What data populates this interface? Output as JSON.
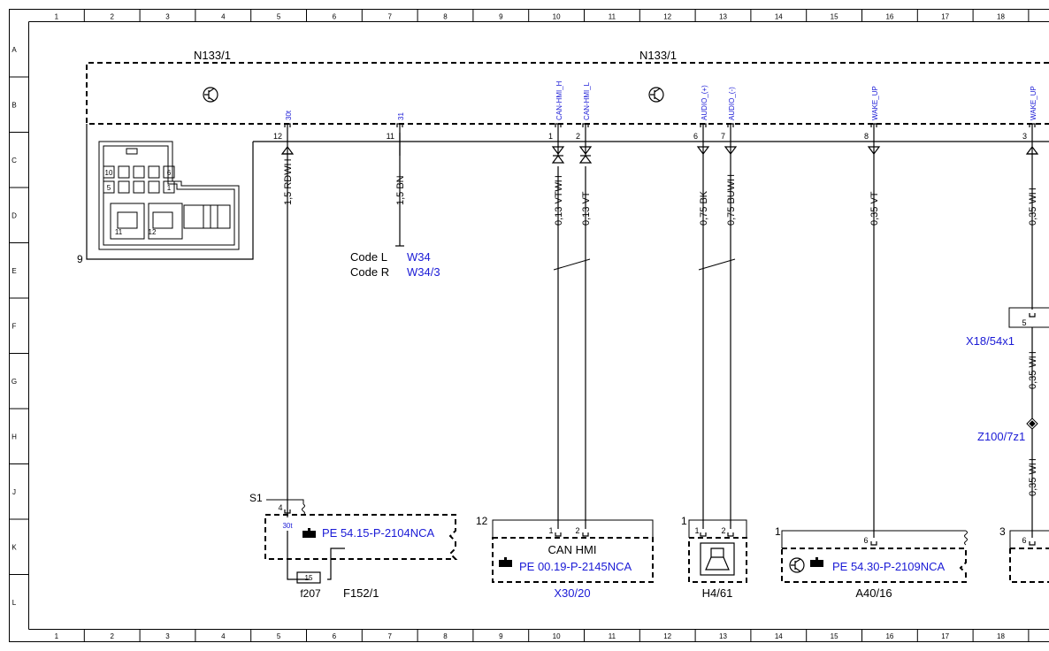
{
  "grid": {
    "columns": [
      "1",
      "2",
      "3",
      "4",
      "5",
      "6",
      "7",
      "8",
      "9",
      "10",
      "11",
      "12",
      "13",
      "14",
      "15",
      "16",
      "17",
      "18"
    ],
    "rows": [
      "A",
      "B",
      "C",
      "D",
      "E",
      "F",
      "G",
      "H",
      "J",
      "K",
      "L"
    ]
  },
  "module": {
    "label_left": "N133/1",
    "label_right": "N133/1",
    "connector_number": "9",
    "connector_face_pins": [
      "10",
      "6",
      "5",
      "1",
      "11",
      "12"
    ],
    "pins": [
      {
        "pin": "12",
        "signal": "30t",
        "wire": "1,5 RDWH"
      },
      {
        "pin": "11",
        "signal": "31",
        "wire": "1,5 BN"
      },
      {
        "pin": "1",
        "signal": "CAN-HMI_H",
        "wire": "0,13 VTWH"
      },
      {
        "pin": "2",
        "signal": "CAN-HMI_L",
        "wire": "0,13 VT"
      },
      {
        "pin": "6",
        "signal": "AUDIO_(+)",
        "wire": "0,75 BK"
      },
      {
        "pin": "7",
        "signal": "AUDIO_(-)",
        "wire": "0,75 BUWH"
      },
      {
        "pin": "8",
        "signal": "WAKE_UP",
        "wire": "0,35 VT"
      },
      {
        "pin": "3",
        "signal": "WAKE_UP",
        "wire": "0,35 WH"
      }
    ]
  },
  "ground_codes": [
    {
      "label": "Code L",
      "ref": "W34"
    },
    {
      "label": "Code R",
      "ref": "W34/3"
    }
  ],
  "x18": {
    "pin": "5",
    "ref": "X18/54x1",
    "wire_below": "0,35 WH"
  },
  "z100": {
    "ref": "Z100/7z1",
    "wire_below": "0,35 WH"
  },
  "fuse_block": {
    "s_label": "S1",
    "pin": "4",
    "signal": "30t",
    "pe_ref": "PE 54.15-P-2104NCA",
    "fuse_number": "15",
    "fuse_name": "f207",
    "ref": "F152/1"
  },
  "can_hmi": {
    "conn_number": "12",
    "pins": [
      "1",
      "2"
    ],
    "title": "CAN HMI",
    "pe_ref": "PE 00.19-P-2145NCA",
    "ref": "X30/20"
  },
  "speaker": {
    "conn_number": "1",
    "pins": [
      "1",
      "2"
    ],
    "ref": "H4/61"
  },
  "a40": {
    "conn_number": "1",
    "pin": "6",
    "pe_ref": "PE 54.30-P-2109NCA",
    "ref": "A40/16"
  },
  "right_box": {
    "conn_number": "3",
    "pin": "6"
  },
  "colors": {
    "link": "#1a1ad6",
    "line": "#000000"
  }
}
